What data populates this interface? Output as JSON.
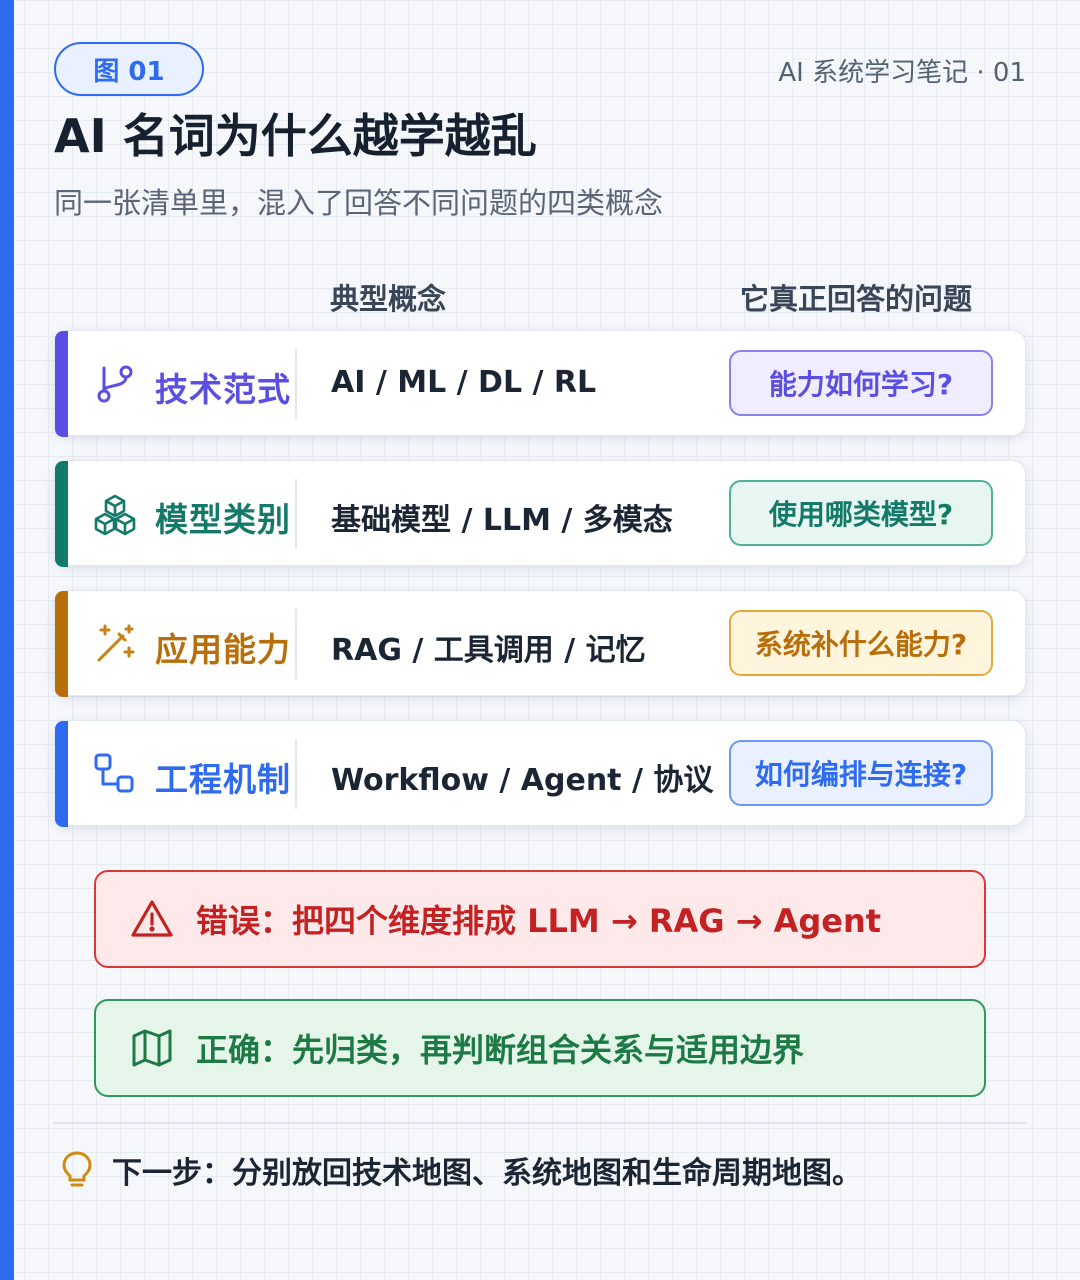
{
  "header": {
    "figure_badge": "图 01",
    "series_tag": "AI 系统学习笔记 · 01",
    "title": "AI 名词为什么越学越乱",
    "subtitle": "同一张清单里，混入了回答不同问题的四类概念"
  },
  "columns": {
    "concepts": "典型概念",
    "question": "它真正回答的问题"
  },
  "rows": [
    {
      "category": "技术范式",
      "concepts": "AI / ML / DL / RL",
      "question": "能力如何学习?",
      "icon": "branch-icon",
      "color": "#5a4fe0",
      "q_bg": "#efedff",
      "q_border": "#8a80ee"
    },
    {
      "category": "模型类别",
      "concepts": "基础模型 / LLM / 多模态",
      "question": "使用哪类模型?",
      "icon": "cubes-icon",
      "color": "#137a6a",
      "q_bg": "#e7f6f1",
      "q_border": "#4fb197"
    },
    {
      "category": "应用能力",
      "concepts": "RAG / 工具调用 / 记忆",
      "question": "系统补什么能力?",
      "icon": "magic-wand-icon",
      "color": "#b86e0a",
      "q_bg": "#fff4dc",
      "q_border": "#e3a93e"
    },
    {
      "category": "工程机制",
      "concepts": "Workflow / Agent / 协议",
      "question": "如何编排与连接?",
      "icon": "workflow-icon",
      "color": "#2f6bf0",
      "q_bg": "#e9f0ff",
      "q_border": "#6d98f4"
    }
  ],
  "callouts": {
    "wrong": {
      "text": "错误：把四个维度排成 LLM → RAG → Agent",
      "icon": "warning-icon",
      "color": "#c42222"
    },
    "right": {
      "text": "正确：先归类，再判断组合关系与适用边界",
      "icon": "map-icon",
      "color": "#1d7a45"
    }
  },
  "footer": {
    "next_step": "下一步：分别放回技术地图、系统地图和生命周期地图。",
    "icon": "lightbulb-icon"
  }
}
